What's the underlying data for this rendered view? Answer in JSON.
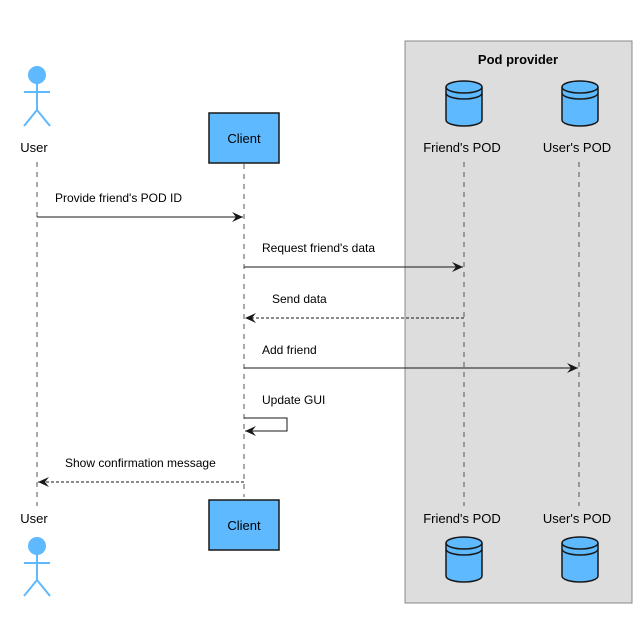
{
  "colors": {
    "actor_fill": "#5eb9ff",
    "actor_stroke": "#5eb9ff",
    "participant_fill": "#5eb9ff",
    "participant_stroke": "#181818",
    "database_fill": "#5eb9ff",
    "group_fill": "#dddddd",
    "group_stroke": "#888888",
    "lifeline": "#555555",
    "arrow": "#181818"
  },
  "group": {
    "title": "Pod provider"
  },
  "participants": {
    "user": {
      "label": "User",
      "kind": "actor",
      "icon": "actor-icon"
    },
    "client": {
      "label": "Client",
      "kind": "participant"
    },
    "friend_pod": {
      "label": "Friend's POD",
      "kind": "database",
      "icon": "database-icon"
    },
    "user_pod": {
      "label": "User's POD",
      "kind": "database",
      "icon": "database-icon"
    }
  },
  "messages": [
    {
      "from": "user",
      "to": "client",
      "label": "Provide friend's POD ID",
      "style": "solid"
    },
    {
      "from": "client",
      "to": "friend_pod",
      "label": "Request friend's data",
      "style": "solid"
    },
    {
      "from": "friend_pod",
      "to": "client",
      "label": "Send data",
      "style": "dashed"
    },
    {
      "from": "client",
      "to": "user_pod",
      "label": "Add friend",
      "style": "solid"
    },
    {
      "from": "client",
      "to": "client",
      "label": "Update GUI",
      "style": "self"
    },
    {
      "from": "client",
      "to": "user",
      "label": "Show confirmation message",
      "style": "dashed"
    }
  ]
}
